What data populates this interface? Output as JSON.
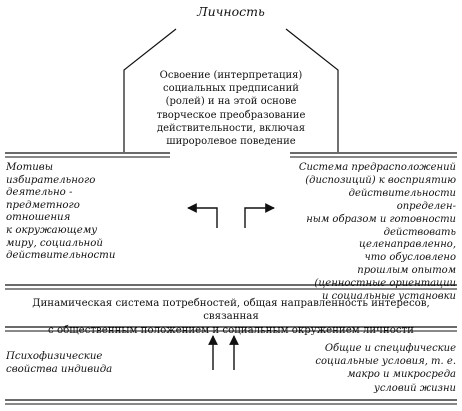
{
  "title": "Личность",
  "roof_text": "Освоение (интерпретация) социальных предписаний (ролей) и на этой основе творческое преобразование действительности, включая шиpоролевое поведение",
  "left_block": {
    "lines": [
      "Мотивы",
      "избирательного",
      "деятельно -",
      "предметного",
      "отношения",
      "к окружающему",
      "миру, социальной",
      "действительности"
    ]
  },
  "right_block": {
    "lines": [
      "Система предрасположений",
      "(диспозиций) к восприятию",
      "действительности определен-",
      "ным образом и готовности",
      "действовать целенаправленно,",
      "что обусловлено",
      "прошлым опытом",
      "(ценностные ориентации",
      "и социальные установки"
    ]
  },
  "middle_band": {
    "lines": [
      "Динамическая система потребностей, общая направленность интересов, связанная",
      "с общественным положением и социальным окружением личности"
    ]
  },
  "bottom_left": {
    "lines": [
      "Психофизические",
      "свойства индивида"
    ]
  },
  "bottom_right": {
    "lines": [
      "Общие и специфические",
      "социальные условия, т. е.",
      "макро и микросреда",
      "условий жизни"
    ]
  },
  "colors": {
    "ink": "#111111",
    "background": "#ffffff"
  }
}
